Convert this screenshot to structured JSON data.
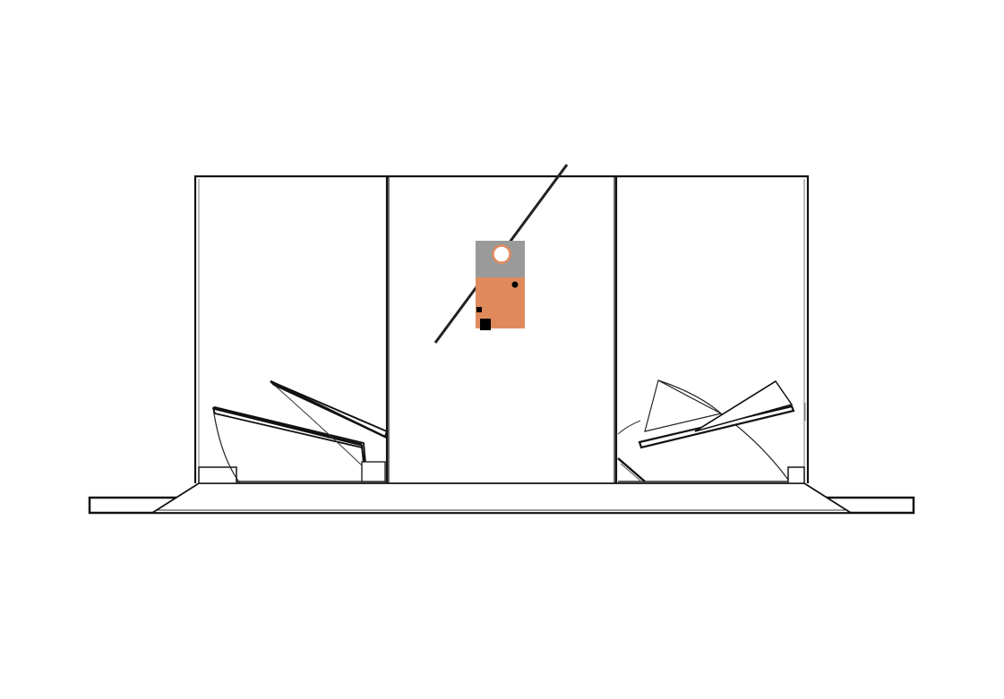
{
  "diagram": {
    "subject": "",
    "colors": {
      "background": "#ffffff",
      "line": "#222222",
      "outline": "#111111",
      "module_top": "#9a9a9a",
      "module_body": "#e08a5c",
      "module_mark": "#000000",
      "module_hole": "#ffffff",
      "module_hole_ring": "#e08a5c"
    },
    "parts": [
      {
        "name": "left-compartment"
      },
      {
        "name": "center-compartment"
      },
      {
        "name": "right-compartment"
      },
      {
        "name": "base-flange"
      },
      {
        "name": "diagonal-rod"
      },
      {
        "name": "sensor-module"
      },
      {
        "name": "left-flap-mechanism"
      },
      {
        "name": "right-flap-mechanism"
      }
    ]
  }
}
